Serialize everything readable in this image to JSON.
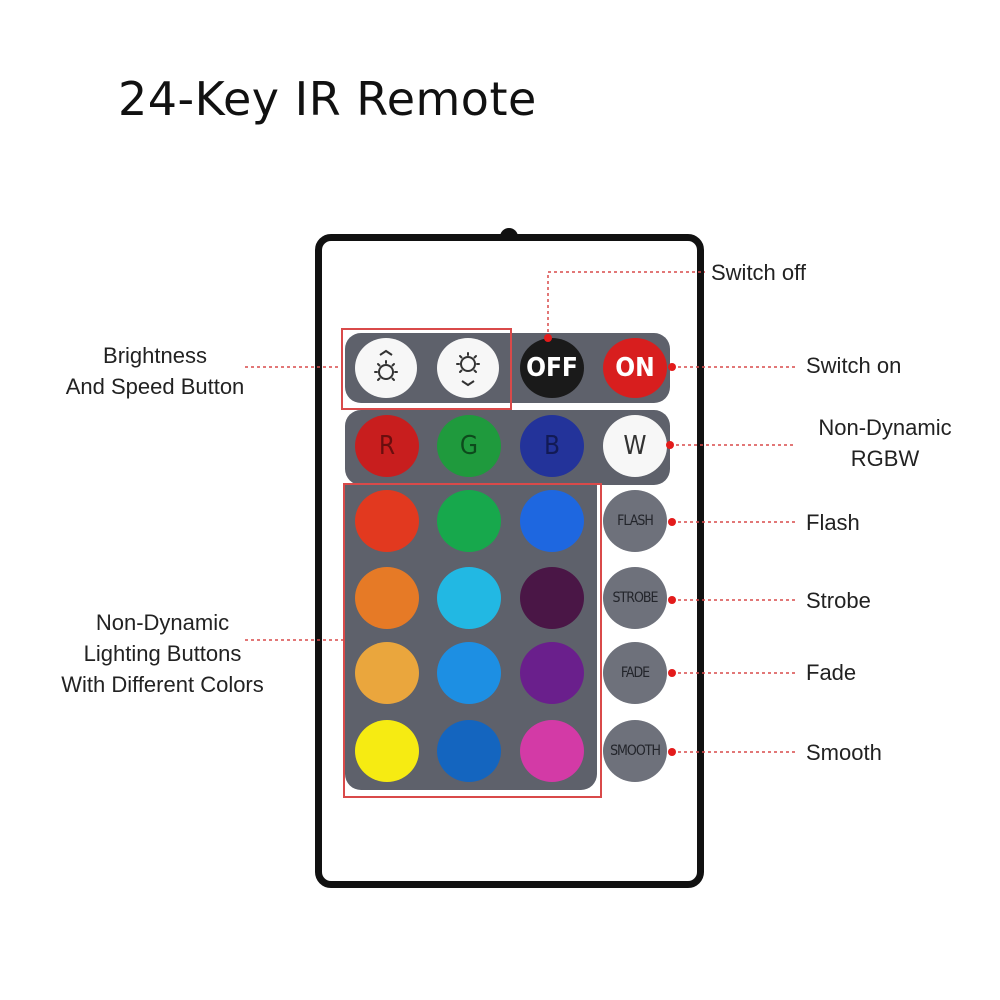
{
  "title": "24-Key IR Remote",
  "buttons": {
    "off": "OFF",
    "on": "ON",
    "r": "R",
    "g": "G",
    "b": "B",
    "w": "W",
    "flash": "FLASH",
    "strobe": "STROBE",
    "fade": "FADE",
    "smooth": "SMOOTH"
  },
  "labels": {
    "switch_off": "Switch off",
    "switch_on": "Switch on",
    "brightness_line1": "Brightness",
    "brightness_line2": "And Speed Button",
    "rgbw_line1": "Non-Dynamic",
    "rgbw_line2": "RGBW",
    "flash": "Flash",
    "strobe": "Strobe",
    "fade": "Fade",
    "smooth": "Smooth",
    "lighting_line1": "Non-Dynamic",
    "lighting_line2": "Lighting Buttons",
    "lighting_line3": "With Different Colors"
  },
  "colors": {
    "off": "#1a1a1a",
    "on": "#d81e1e",
    "r": "#c81e1e",
    "g": "#1f9a3d",
    "b": "#23339a",
    "w": "#f7f7f7",
    "panel": "#5e616b",
    "frame": "#d94a4a",
    "dot": "#e31b1b",
    "grid": [
      [
        "#e2391f",
        "#17a84c",
        "#1e67e0"
      ],
      [
        "#e67a26",
        "#22b8e3",
        "#4a1646"
      ],
      [
        "#eaa63d",
        "#1d8fe3",
        "#6a1f8c"
      ],
      [
        "#f6eb12",
        "#1465bf",
        "#d33aa6"
      ]
    ]
  }
}
